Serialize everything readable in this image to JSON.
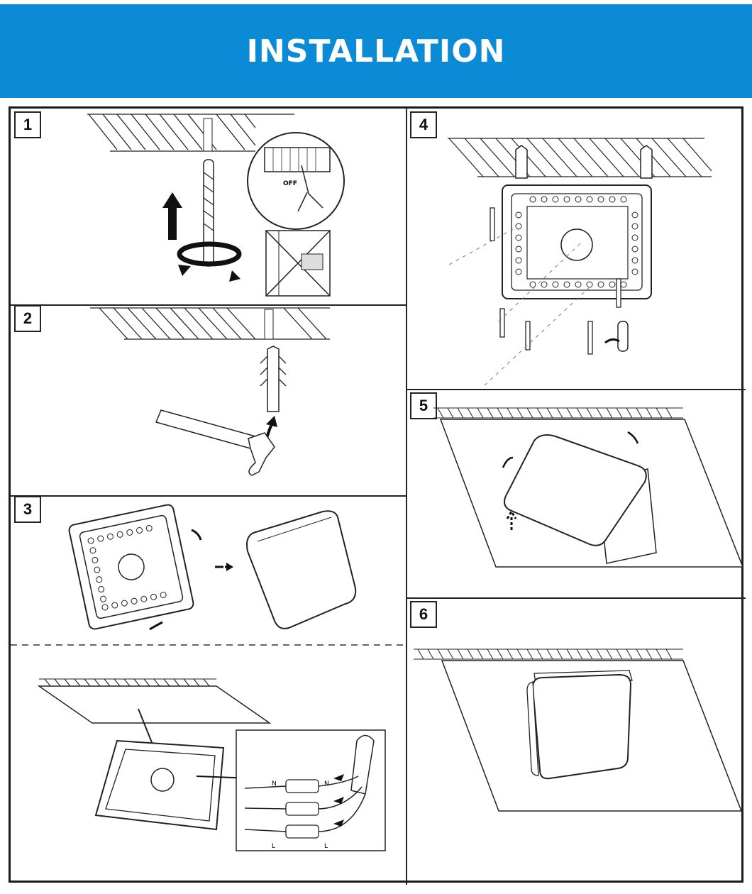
{
  "header": {
    "title": "INSTALLATION",
    "bg_color": "#0b8ad6",
    "text_color": "#ffffff"
  },
  "steps": [
    {
      "number": "1"
    },
    {
      "number": "2"
    },
    {
      "number": "3"
    },
    {
      "number": "4"
    },
    {
      "number": "5"
    },
    {
      "number": "6"
    }
  ],
  "switch_label": "OFF",
  "terminal_labels": {
    "left_top": "N",
    "right_top": "N",
    "left_bottom": "L",
    "right_bottom": "L"
  }
}
